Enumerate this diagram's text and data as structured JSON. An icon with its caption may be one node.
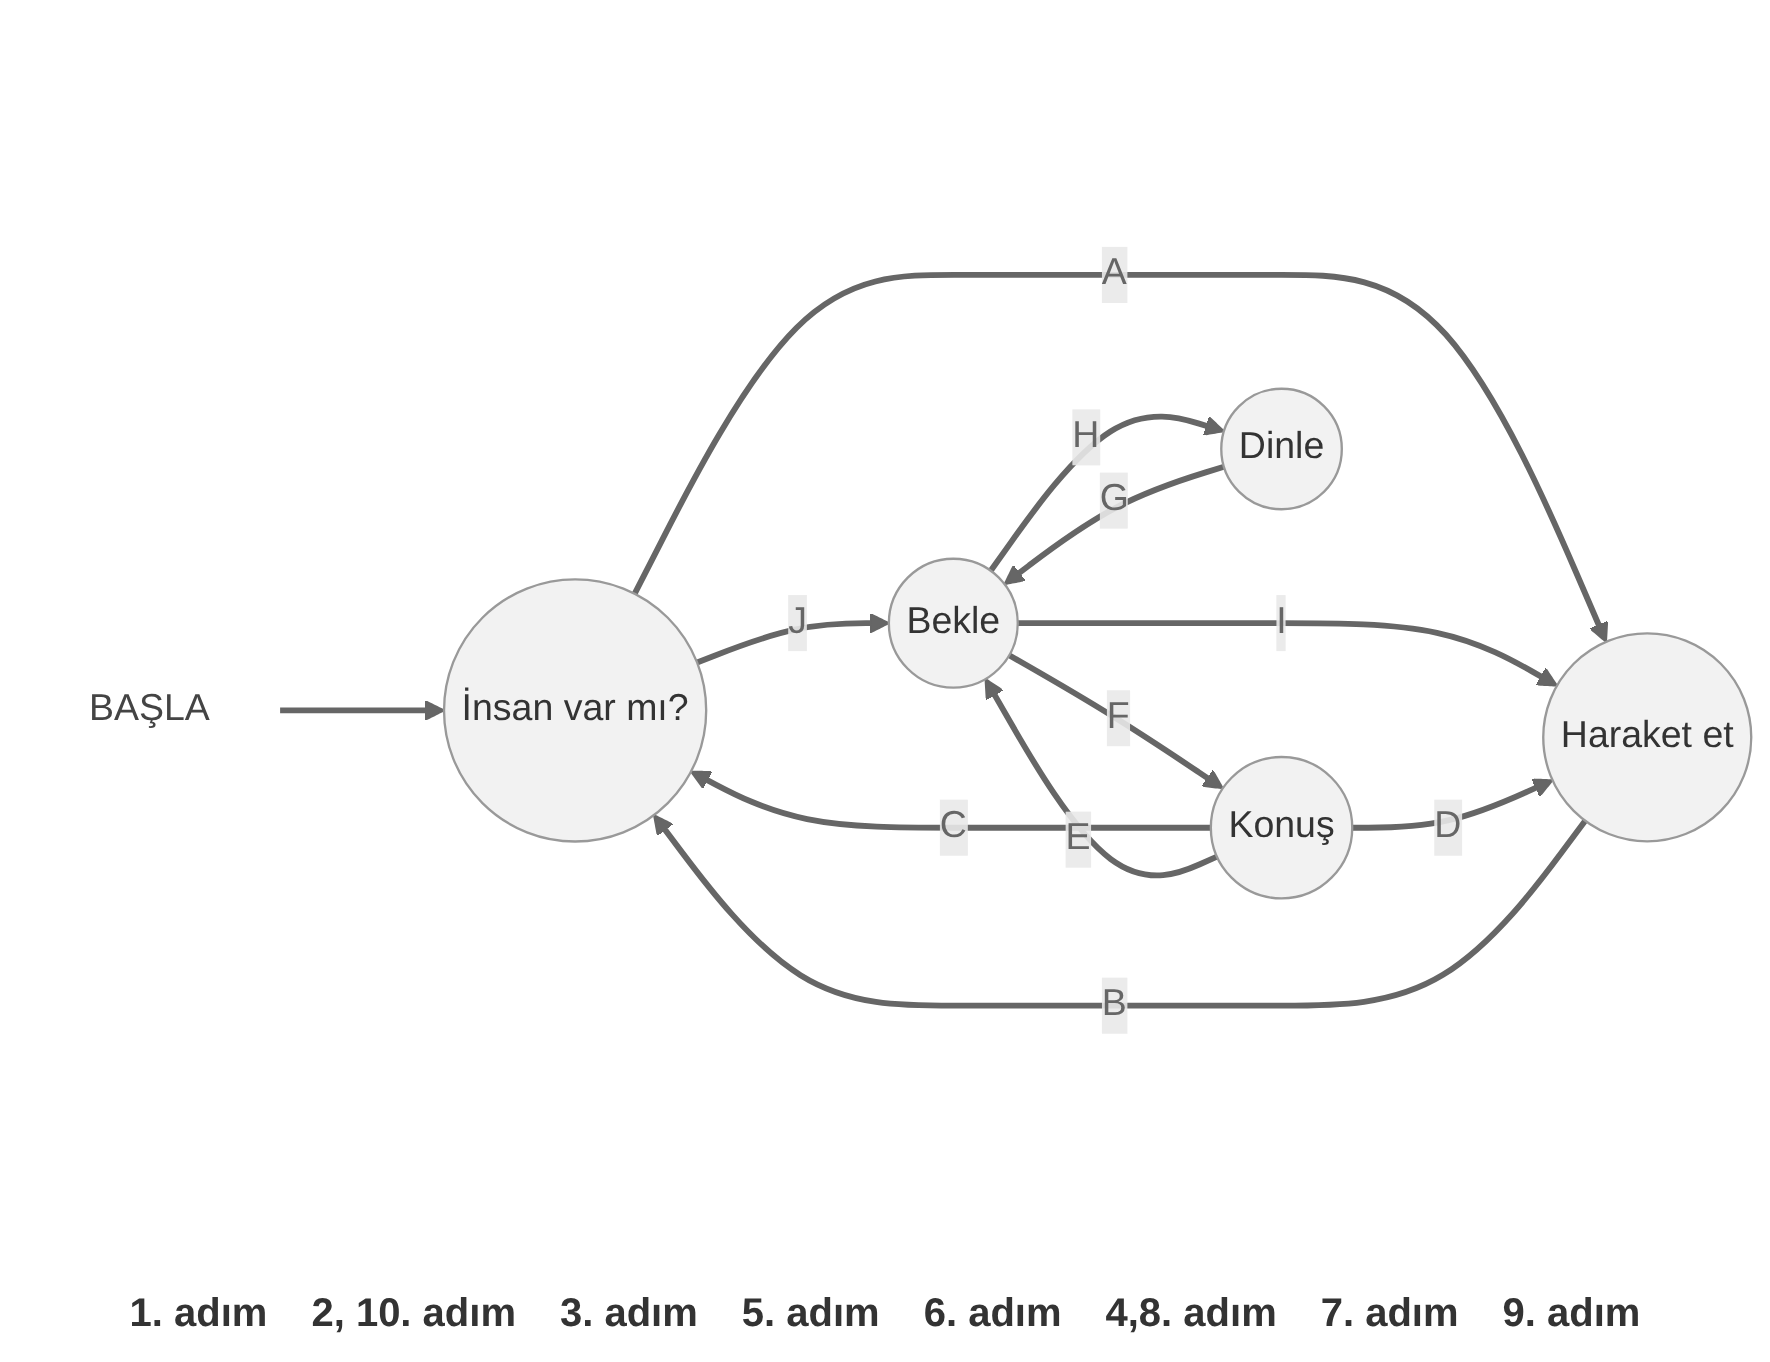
{
  "diagram": {
    "nodes": [
      {
        "text": [
          "BAŞLA"
        ]
      },
      {
        "text": [
          "İnsan var mı?"
        ]
      },
      {
        "text": [
          "Bekle"
        ]
      },
      {
        "text": [
          "Haraket et"
        ]
      },
      {
        "text": [
          "Konuş"
        ]
      },
      {
        "text": [
          "Dinle"
        ]
      }
    ],
    "edges": [
      {
        "from": 0,
        "to": 1,
        "arrow": "to"
      },
      {
        "from": 1,
        "to": 3,
        "arrow": "to",
        "label": "A"
      },
      {
        "from": 3,
        "to": 1,
        "arrow": "to",
        "label": "B"
      },
      {
        "from": 1,
        "to": 2,
        "arrow": "to",
        "label": "J"
      },
      {
        "from": 2,
        "to": 3,
        "arrow": "to",
        "label": "I"
      },
      {
        "from": 4,
        "to": 1,
        "arrow": "to",
        "label": "C"
      },
      {
        "from": 4,
        "to": 2,
        "arrow": "to",
        "label": "E"
      },
      {
        "from": 2,
        "to": 4,
        "arrow": "to",
        "label": "F"
      },
      {
        "from": 2,
        "to": 5,
        "arrow": "to",
        "label": "H"
      },
      {
        "from": 5,
        "to": 2,
        "arrow": "to",
        "label": "G"
      },
      {
        "from": 4,
        "to": 3,
        "arrow": "to",
        "label": "D"
      }
    ],
    "labels": [
      "1. adım",
      "2, 10. adım",
      "3. adım",
      "5. adım",
      "6. adım",
      "4,8. adım",
      "7. adım",
      "9. adım"
    ]
  }
}
